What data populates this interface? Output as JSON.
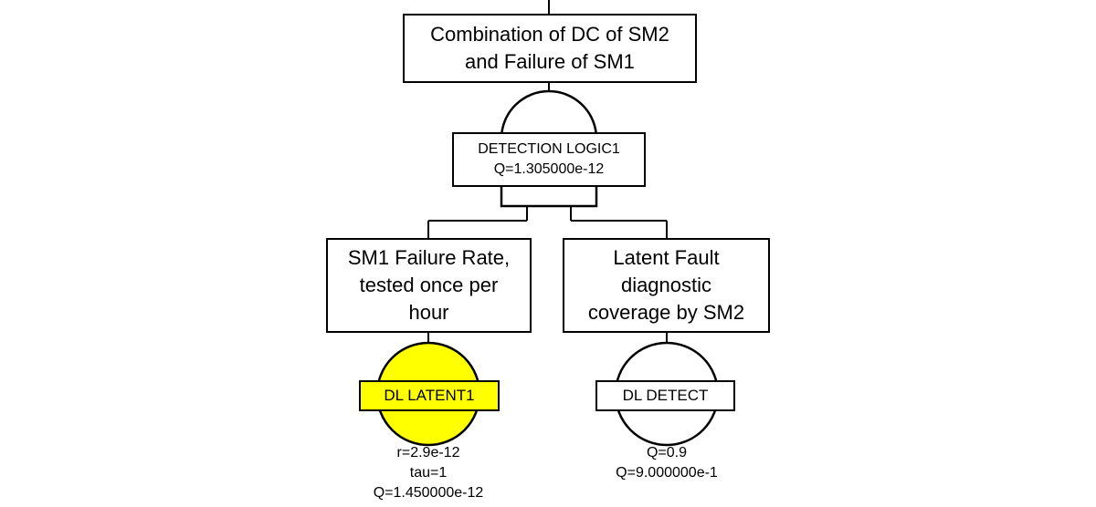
{
  "top_event": {
    "text": "Combination of DC of SM2\nand Failure of SM1"
  },
  "and_gate": {
    "name": "DETECTION LOGIC1",
    "q": "Q=1.305000e-12"
  },
  "left_event": {
    "text": "SM1 Failure Rate,\ntested once per\nhour",
    "basic": {
      "name": "DL LATENT1",
      "color": "#ffff00",
      "params": [
        "r=2.9e-12",
        "tau=1",
        "Q=1.450000e-12"
      ]
    }
  },
  "right_event": {
    "text": "Latent Fault\ndiagnostic\ncoverage by SM2",
    "basic": {
      "name": "DL  DETECT",
      "color": "#ffffff",
      "params": [
        "Q=0.9",
        "Q=9.000000e-1"
      ]
    }
  }
}
